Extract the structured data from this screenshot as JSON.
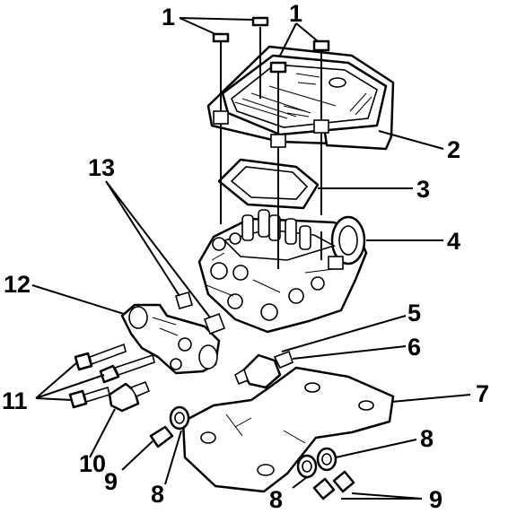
{
  "callouts": {
    "c1a": "1",
    "c1b": "1",
    "c2": "2",
    "c3": "3",
    "c4": "4",
    "c5": "5",
    "c6": "6",
    "c7": "7",
    "c8a": "8",
    "c8b": "8",
    "c8c": "8",
    "c9a": "9",
    "c9b": "9",
    "c10": "10",
    "c11": "11",
    "c12": "12",
    "c13": "13"
  },
  "colors": {
    "ink": "#000000",
    "paper": "#ffffff"
  }
}
